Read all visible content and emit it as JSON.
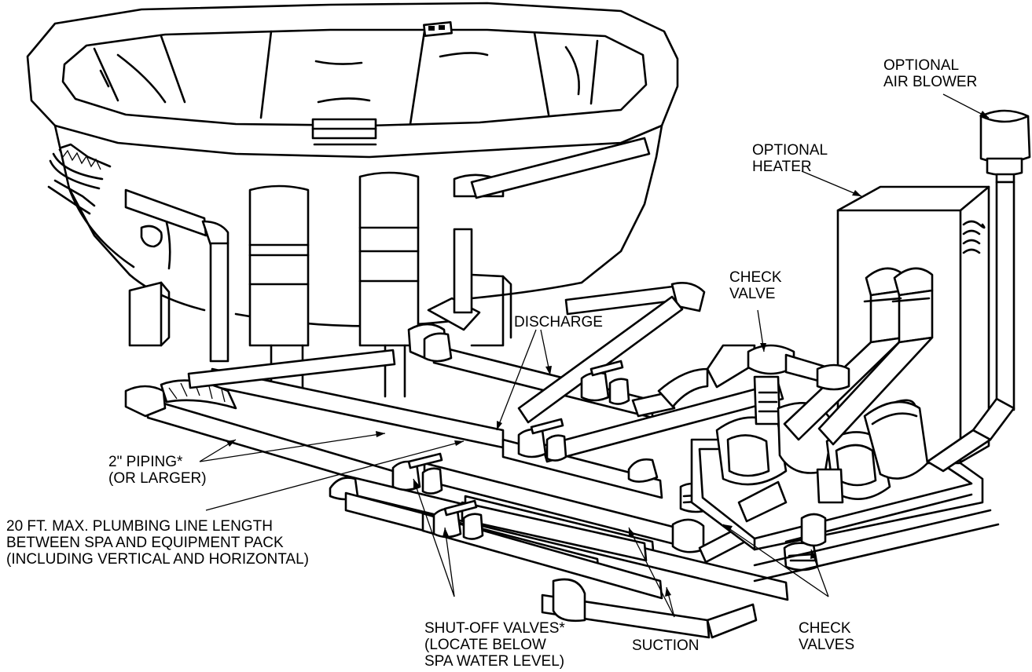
{
  "labels": {
    "optional_air_blower": [
      "OPTIONAL",
      "AIR BLOWER"
    ],
    "optional_heater": [
      "OPTIONAL",
      "HEATER"
    ],
    "check_valve": [
      "CHECK",
      "VALVE"
    ],
    "discharge": "DISCHARGE",
    "piping": [
      "2\" PIPING*",
      "(OR LARGER)"
    ],
    "max_line_length": [
      "20 FT. MAX. PLUMBING LINE LENGTH",
      "BETWEEN SPA AND EQUIPMENT PACK",
      "(INCLUDING VERTICAL AND HORIZONTAL)"
    ],
    "shutoff_valves": [
      "SHUT-OFF VALVES*",
      "(LOCATE BELOW",
      "SPA WATER LEVEL)"
    ],
    "suction": "SUCTION",
    "check_valves": [
      "CHECK",
      "VALVES"
    ]
  },
  "colors": {
    "ink": "#000000",
    "paper": "#ffffff"
  }
}
